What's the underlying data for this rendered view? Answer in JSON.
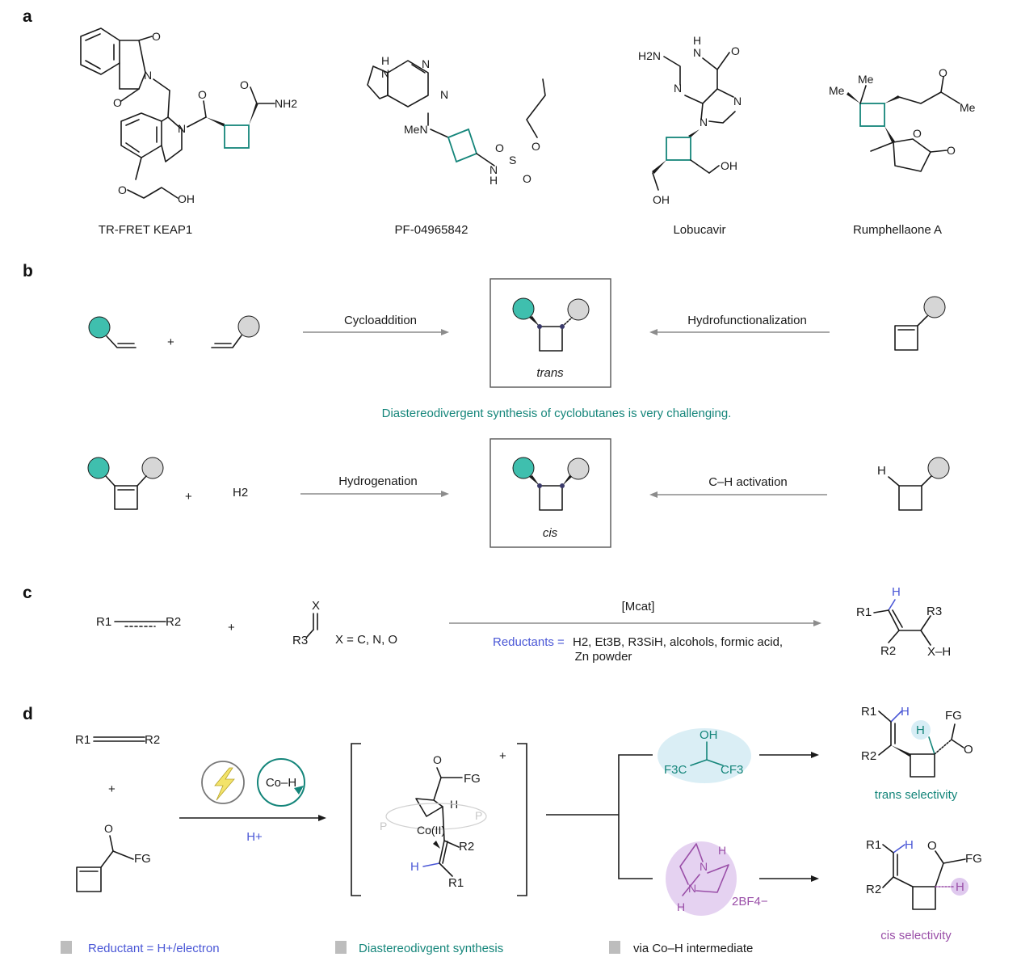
{
  "panels": {
    "a": "a",
    "b": "b",
    "c": "c",
    "d": "d"
  },
  "panel_a": {
    "compounds": [
      "TR-FRET KEAP1",
      "PF-04965842",
      "Lobucavir",
      "Rumphellaone A"
    ],
    "atoms": {
      "O": "O",
      "N": "N",
      "NH2": "NH2",
      "OH": "OH",
      "H": "H",
      "S": "S",
      "MeN": "MeN",
      "H2N": "H2N",
      "Me": "Me"
    }
  },
  "panel_b": {
    "plus": "+",
    "h2": "H2",
    "top_left_arrow": "Cycloaddition",
    "top_right_arrow": "Hydrofunctionalization",
    "top_box_label": "trans",
    "middle_note": "Diastereodivergent synthesis of cyclobutanes is very challenging.",
    "bottom_left_arrow": "Hydrogenation",
    "bottom_right_arrow": "C–H activation",
    "bottom_box_label": "cis",
    "h_label": "H"
  },
  "panel_c": {
    "r1": "R1",
    "r2": "R2",
    "r3": "R3",
    "x": "X",
    "x_def": "X = C, N, O",
    "catalyst": "[Mcat]",
    "reductants_label": "Reductants =",
    "reductants_list": "H2, Et3B, R3SiH, alcohols, formic acid,",
    "reductants_list2": "Zn powder",
    "product_h": "H",
    "product_xh": "X–H"
  },
  "panel_d": {
    "coh_label": "Co–H",
    "h_plus": "H+",
    "fg": "FG",
    "co_label": "Co(II)",
    "p": "P",
    "r1": "R1",
    "r2": "R2",
    "charge": "+",
    "hfip_oh": "OH",
    "hfip_left": "F3C",
    "hfip_right": "CF3",
    "salt": "2BF4−",
    "trans_caption": "trans selectivity",
    "cis_caption": "cis selectivity",
    "legend": [
      "Reductant = H+/electron",
      "Diastereodivgent synthesis",
      "via Co–H intermediate"
    ]
  },
  "colors": {
    "teal": "#14857a",
    "teal_fill": "#3fbfae",
    "grey_fill": "#d6d6d6",
    "blue": "#4a57d6",
    "purple": "#9a4fa8",
    "purple_glow": "#dcc3ec",
    "teal_glow": "#cde8f2",
    "arrow_grey": "#8c8c8c",
    "legend_swatch": "#bdbdbd"
  }
}
